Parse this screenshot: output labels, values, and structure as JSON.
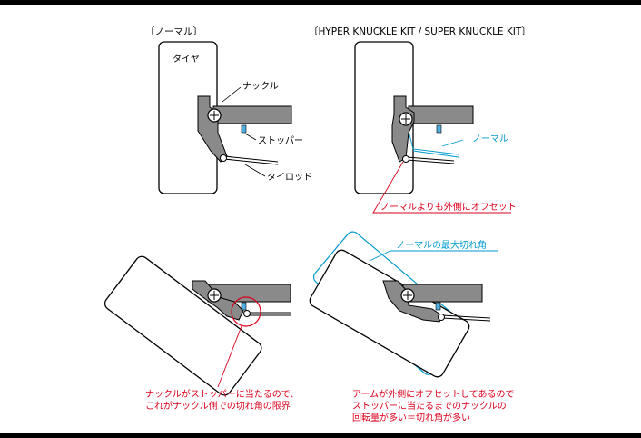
{
  "panels": {
    "normal": {
      "heading": "〔ノーマル〕",
      "tire_label": "タイヤ",
      "knuckle_label": "ナックル",
      "stopper_label": "ストッパー",
      "tierod_label": "タイロッド"
    },
    "kit": {
      "heading": "〔HYPER KNUCKLE KIT / SUPER KNUCKLE KIT〕",
      "normal_label": "ノーマル",
      "offset_note": "ノーマルよりも外側にオフセット"
    },
    "normal_turned": {
      "note_line1": "ナックルがストッパーに当たるので、",
      "note_line2": "これがナックル側での切れ角の限界"
    },
    "kit_turned": {
      "max_angle_label": "ノーマルの最大切れ角",
      "note_line1": "アームが外側にオフセットしてあるので",
      "note_line2": "ストッパーに当たるまでのナックルの",
      "note_line3": "回転量が多い＝切れ角が多い"
    }
  },
  "colors": {
    "red": "#d9001b",
    "blue": "#0099cc",
    "gray": "#8a8a8a"
  }
}
